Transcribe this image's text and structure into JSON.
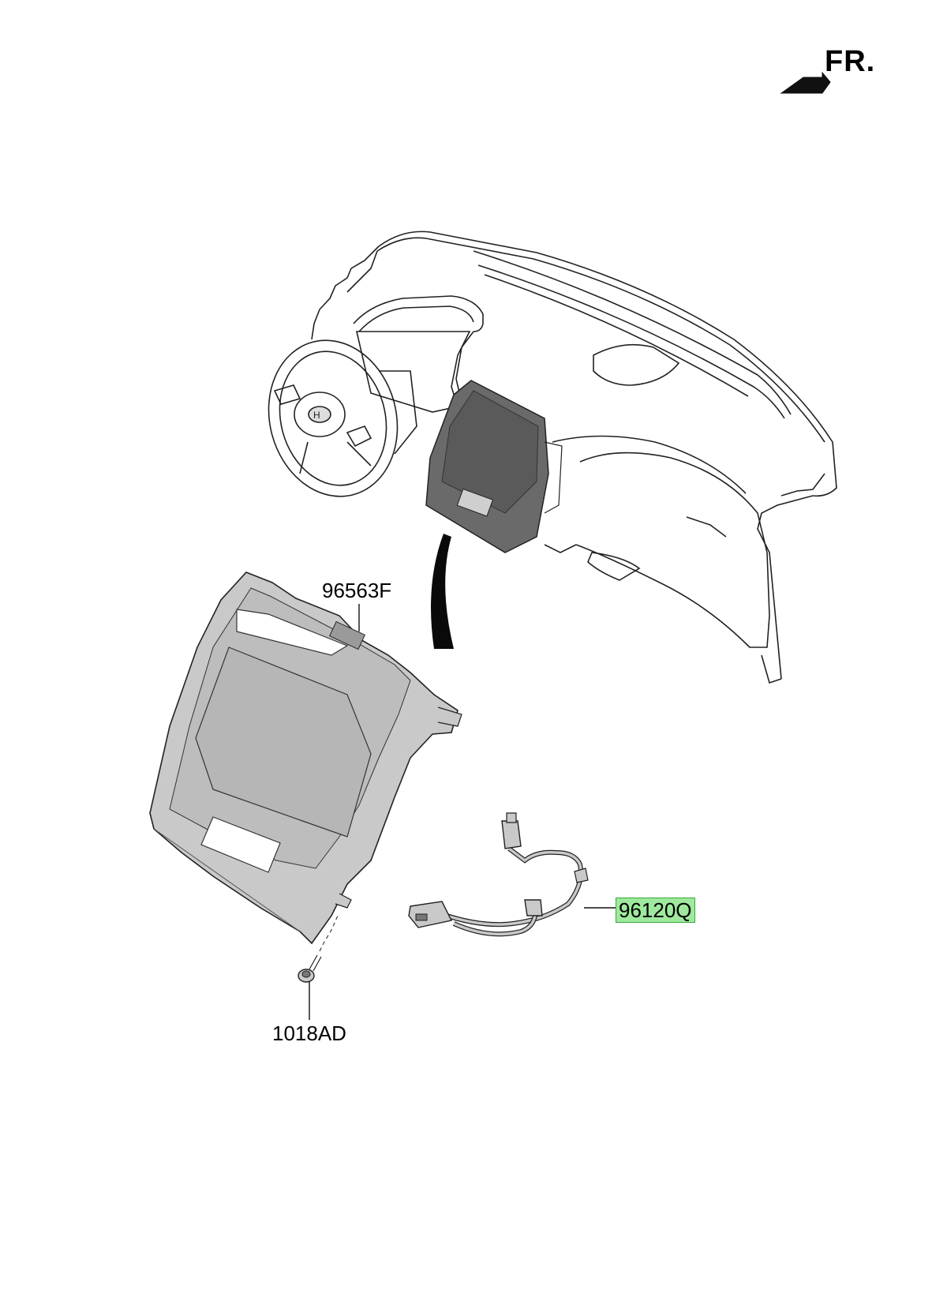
{
  "direction": {
    "text": "FR."
  },
  "parts": [
    {
      "id": "96563F",
      "label": "96563F",
      "highlighted": false
    },
    {
      "id": "96120Q",
      "label": "96120Q",
      "highlighted": true
    },
    {
      "id": "1018AD",
      "label": "1018AD",
      "highlighted": false
    }
  ],
  "colors": {
    "highlight": "#9ee99e",
    "line": "#1a1a1a",
    "part_fill": "#c9c9c9",
    "module_fill": "#6a6a6a"
  }
}
